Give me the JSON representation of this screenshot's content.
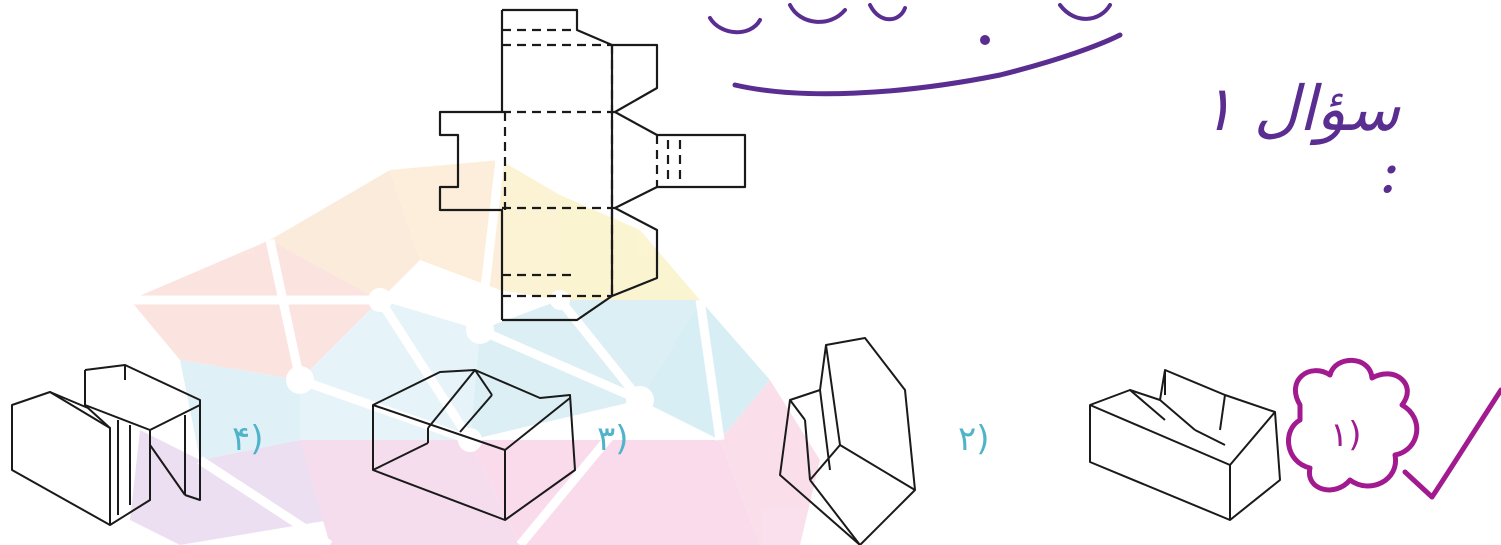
{
  "question": {
    "heading_scrawl": "بر ز هم",
    "label": "سؤال ۱ :"
  },
  "options": [
    {
      "number": "(۱",
      "selected": true
    },
    {
      "number": "(۲",
      "selected": false
    },
    {
      "number": "(۳",
      "selected": false
    },
    {
      "number": "(۴",
      "selected": false
    }
  ],
  "colors": {
    "ink": "#5a2d91",
    "mark": "#a21a8f",
    "option_label": "#4fb3c9",
    "drawing": "#1a1a1a"
  },
  "icons": {
    "answer_mark": "checkmark-icon",
    "selection": "cloud-circle-icon"
  }
}
